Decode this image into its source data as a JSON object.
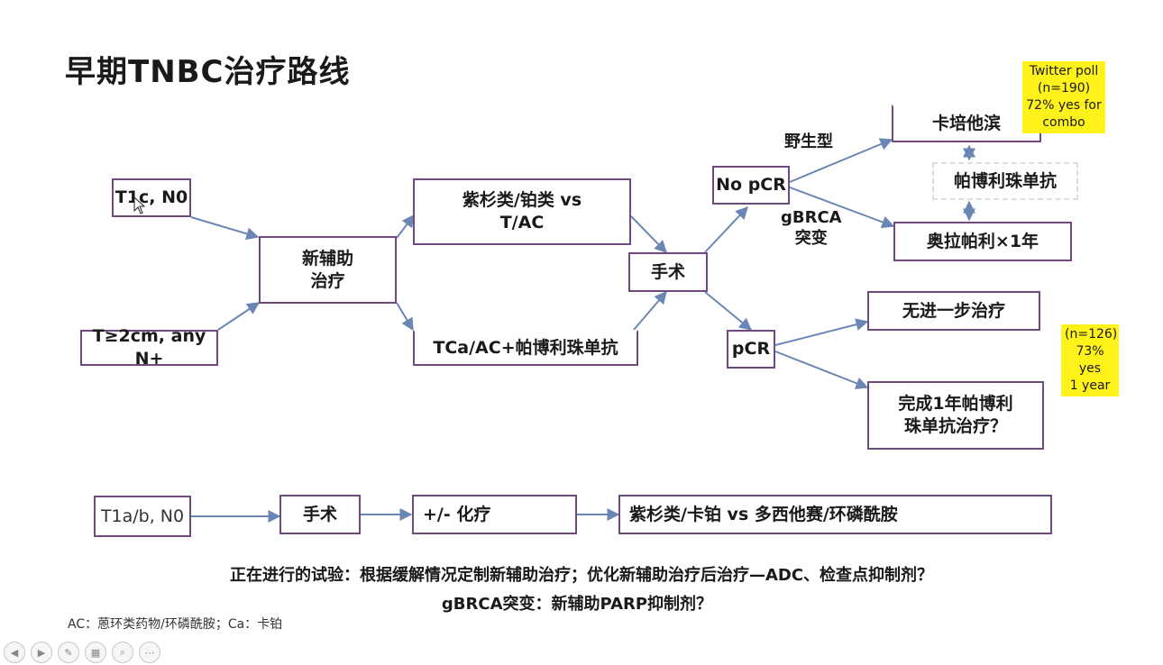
{
  "title": "早期TNBC治疗路线",
  "nodes": {
    "t1c": "T1c, N0",
    "t2": "T≥2cm, any N+",
    "neoadj": "新辅助\n治疗",
    "taxane": "紫杉类/铂类 vs\nT/AC",
    "tca": "TCa/AC+帕博利珠单抗",
    "surgery": "手术",
    "nopcr": "No pCR",
    "pcr": "pCR",
    "cap": "卡培他滨",
    "pembro": "帕博利珠单抗",
    "olap": "奥拉帕利×1年",
    "nofurther": "无进一步治疗",
    "complete": "完成1年帕博利\n珠单抗治疗？",
    "t1ab": "T1a/b, N0",
    "surgery2": "手术",
    "chemo": "+/-  化疗",
    "regimen": "紫杉类/卡铂 vs 多西他赛/环磷酰胺"
  },
  "labels": {
    "wildtype": "野生型",
    "gbrca": "gBRCA\n突变"
  },
  "notes": {
    "twitter": "Twitter poll\n(n=190)\n72% yes for\ncombo",
    "poll2": "(n=126)\n73% yes\n1 year"
  },
  "trials": {
    "line1": "正在进行的试验：根据缓解情况定制新辅助治疗；优化新辅助治疗后治疗—ADC、检查点抑制剂？",
    "line2": "gBRCA突变：新辅助PARP抑制剂？"
  },
  "footnote": "AC：蒽环类药物/环磷酰胺；Ca：卡铂",
  "colors": {
    "border": "#6e4a7e",
    "arrow": "#6b86b5",
    "highlight": "#fff21a"
  },
  "toolbar": [
    "prev-icon",
    "play-icon",
    "pen-icon",
    "slides-icon",
    "zoom-icon",
    "more-icon"
  ]
}
